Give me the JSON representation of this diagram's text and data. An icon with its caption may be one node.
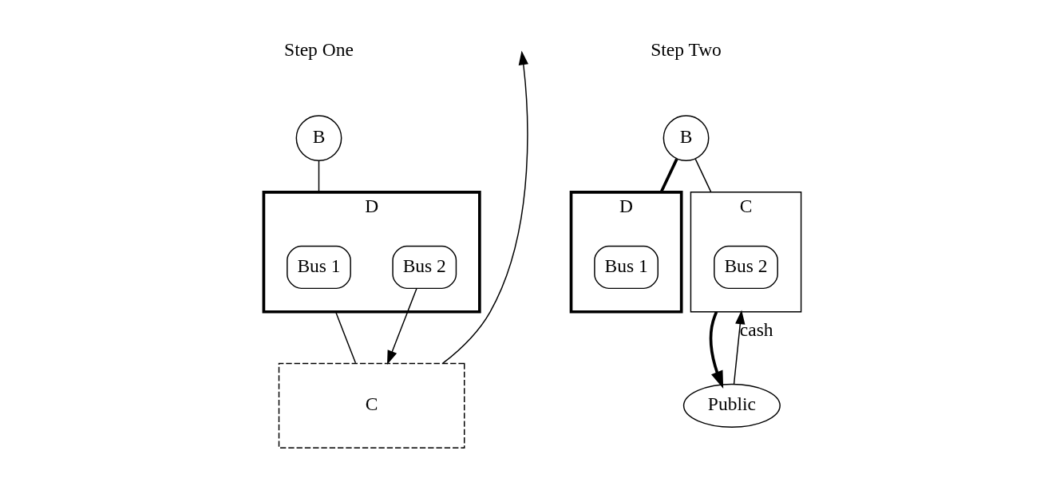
{
  "diagram": {
    "nodes": [
      {
        "text": [
          "B"
        ]
      },
      {
        "text": [
          "D"
        ]
      },
      {
        "text": [
          "Bus 1"
        ],
        "in": 1
      },
      {
        "text": [
          "Bus 2"
        ],
        "in": 1
      },
      {
        "text": [
          "C"
        ]
      },
      {
        "text": [
          "B"
        ]
      },
      {
        "text": [
          "D"
        ]
      },
      {
        "text": [
          "Bus 1"
        ],
        "in": 6
      },
      {
        "text": [
          "C"
        ]
      },
      {
        "text": [
          "Bus 2"
        ],
        "in": 8
      },
      {
        "text": [
          "Public"
        ]
      }
    ],
    "edges": [
      {
        "from": 0,
        "to": 1,
        "arrow": "none"
      },
      {
        "from": 1,
        "to": 4,
        "arrow": "none"
      },
      {
        "from": 3,
        "to": 4,
        "arrow": "to"
      },
      {
        "from": 4,
        "to": null,
        "arrow": "to"
      },
      {
        "from": 5,
        "to": 6,
        "arrow": "none",
        "style": "thick"
      },
      {
        "from": 5,
        "to": 8,
        "arrow": "none"
      },
      {
        "from": 8,
        "to": 10,
        "arrow": "to",
        "style": "thick"
      },
      {
        "from": 10,
        "to": 8,
        "arrow": "to",
        "label": "cash"
      }
    ],
    "labels": [
      "Step One",
      "Step Two"
    ]
  }
}
